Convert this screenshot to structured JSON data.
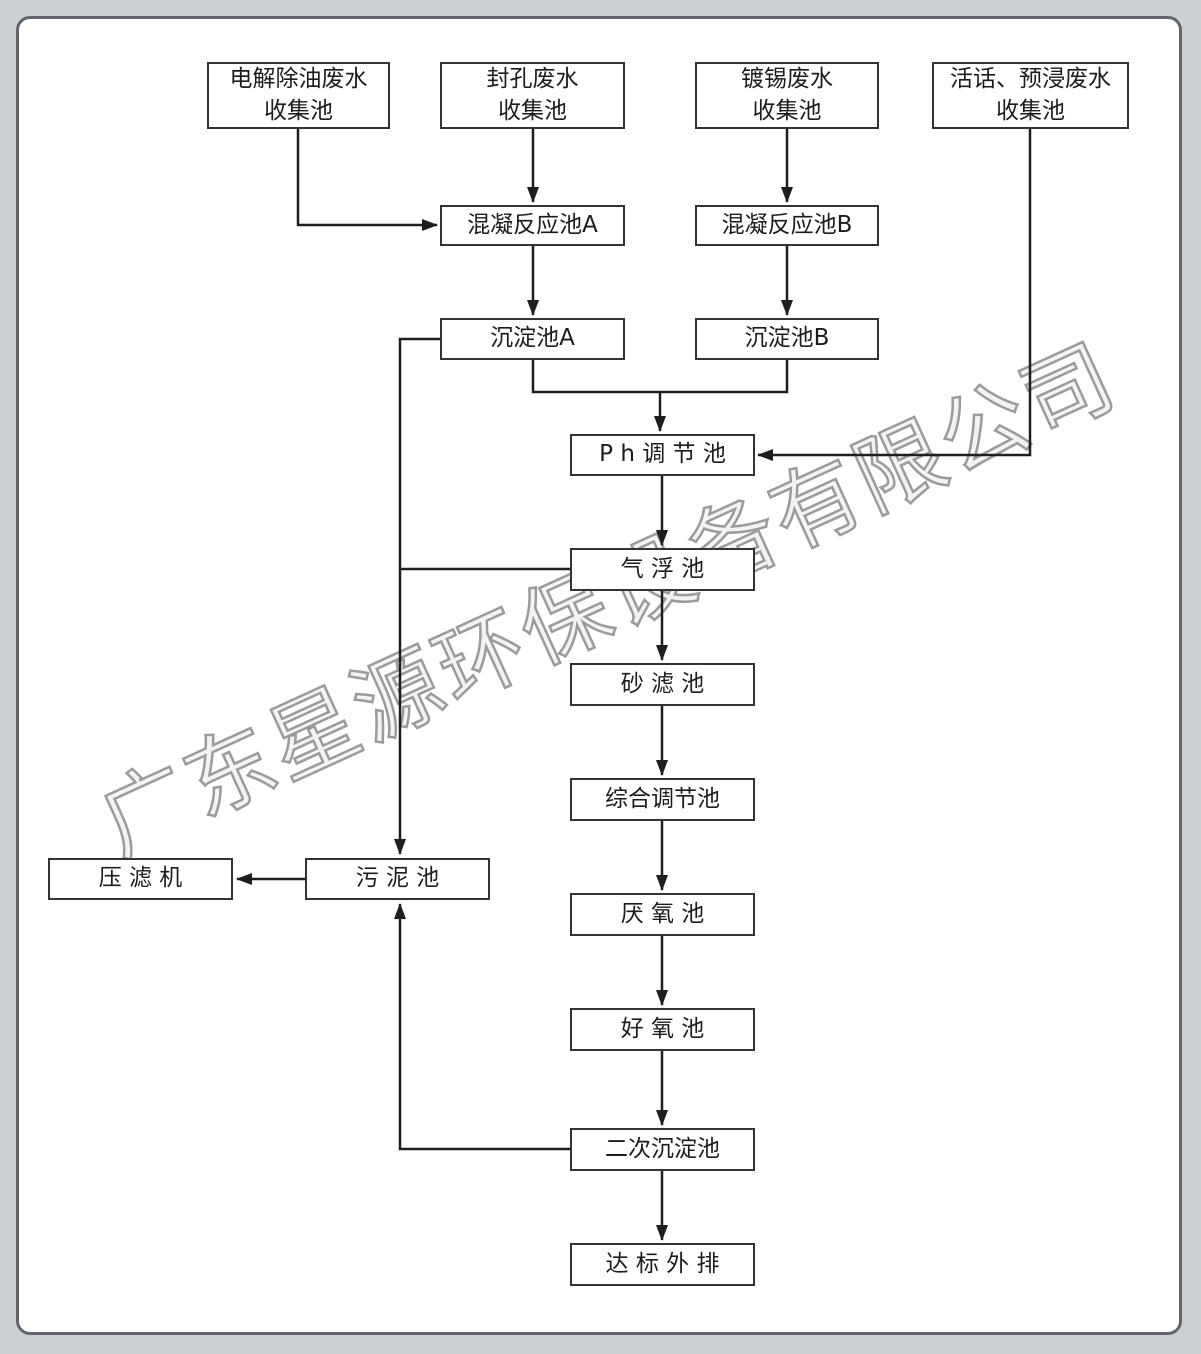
{
  "watermark": "广东星源环保设备有限公司",
  "nodes": {
    "electrolysis": {
      "label": "电解除油废水\n收集池"
    },
    "sealing": {
      "label": "封孔废水\n收集池"
    },
    "tinplating": {
      "label": "镀锡废水\n收集池"
    },
    "activation": {
      "label": "活话、预浸废水\n收集池"
    },
    "coagulation_a": {
      "label": "混凝反应池A"
    },
    "coagulation_b": {
      "label": "混凝反应池B"
    },
    "sedimentation_a": {
      "label": "沉淀池A"
    },
    "sedimentation_b": {
      "label": "沉淀池B"
    },
    "ph": {
      "label": "P h 调 节 池"
    },
    "flotation": {
      "label": "气 浮 池"
    },
    "sandfilter": {
      "label": "砂 滤 池"
    },
    "regulating": {
      "label": "综合调节池"
    },
    "anaerobic": {
      "label": "厌 氧 池"
    },
    "aerobic": {
      "label": "好 氧 池"
    },
    "secondary": {
      "label": "二次沉淀池"
    },
    "discharge": {
      "label": "达 标 外 排"
    },
    "sludge": {
      "label": "污 泥 池"
    },
    "press": {
      "label": "压 滤 机"
    }
  },
  "edges": [
    {
      "from": "electrolysis",
      "to": "coagulation_a"
    },
    {
      "from": "sealing",
      "to": "coagulation_a"
    },
    {
      "from": "tinplating",
      "to": "coagulation_b"
    },
    {
      "from": "activation",
      "to": "ph"
    },
    {
      "from": "coagulation_a",
      "to": "sedimentation_a"
    },
    {
      "from": "coagulation_b",
      "to": "sedimentation_b"
    },
    {
      "from": "sedimentation_a",
      "to": "ph"
    },
    {
      "from": "sedimentation_b",
      "to": "ph"
    },
    {
      "from": "ph",
      "to": "flotation"
    },
    {
      "from": "flotation",
      "to": "sandfilter"
    },
    {
      "from": "sandfilter",
      "to": "regulating"
    },
    {
      "from": "regulating",
      "to": "anaerobic"
    },
    {
      "from": "anaerobic",
      "to": "aerobic"
    },
    {
      "from": "aerobic",
      "to": "secondary"
    },
    {
      "from": "secondary",
      "to": "discharge"
    },
    {
      "from": "sedimentation_a",
      "to": "sludge"
    },
    {
      "from": "flotation",
      "to": "sludge"
    },
    {
      "from": "secondary",
      "to": "sludge"
    },
    {
      "from": "sludge",
      "to": "press"
    }
  ],
  "colors": {
    "line": "#1e1e1e",
    "border": "#333333",
    "watermark": "#9b9b9b"
  }
}
